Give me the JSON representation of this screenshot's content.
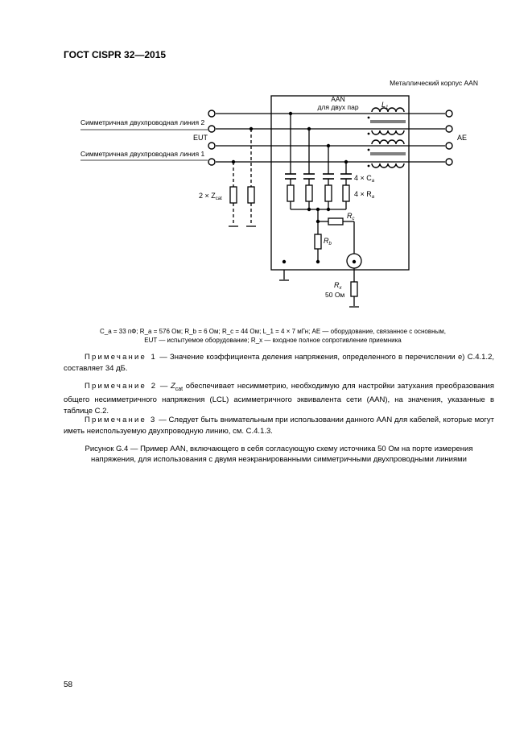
{
  "header": {
    "doc_id": "ГОСТ CISPR 32—2015"
  },
  "diagram": {
    "housing_label": "Металлический корпус AAN",
    "aan_label_1": "AAN",
    "aan_label_2": "для двух пар",
    "inductor_label": "L",
    "inductor_sub": "1",
    "line2_label": "Симметричная двухпроводная линия 2",
    "eut_label": "EUT",
    "line1_label": "Симметричная двухпроводная линия 1",
    "ae_label": "AE",
    "cap_label": "4 × C",
    "cap_sub": "a",
    "ra_label": "4 × R",
    "ra_sub": "a",
    "zcat_label": "2 × Z",
    "zcat_sub": "cat",
    "rc_label": "R",
    "rc_sub": "c",
    "rb_label": "R",
    "rb_sub": "b",
    "rx_label": "R",
    "rx_sub": "x",
    "rx_value": "50 Ом"
  },
  "legend": {
    "line1": "C_a = 33 пФ; R_a = 576 Ом; R_b = 6 Ом; R_c = 44 Ом; L_1 = 4 × 7 мГн; AE — оборудование, связанное с основным,",
    "line2": "EUT — испытуемое оборудование; R_x — входное полное сопротивление приемника"
  },
  "notes": {
    "note1_lead": "Примечание 1",
    "note1_text": " — Значение коэффициента деления напряжения, определенного в перечислении е) С.4.1.2, составляет 34 дБ.",
    "note2_lead": "Примечание 2",
    "note2_dash": " — ",
    "note2_z": "Z",
    "note2_zsub": "cat",
    "note2_text": " обеспечивает несимметрию, необходимую для настройки затухания преобразования общего несимметричного напряжения (LCL) асимметричного эквивалента сети (AAN), на значения, указанные в таблице С.2.",
    "note3_lead": "Примечание 3",
    "note3_text": " — Следует быть внимательным при использовании данного AAN для кабелей, которые могут иметь неиспользуемую двухпроводную линию, см. С.4.1.3."
  },
  "figure_caption": "Рисунок G.4 — Пример AAN, включающего в себя согласующую схему источника 50 Ом на порте измерения напряжения, для использования с двумя неэкранированными симметричными двухпроводными линиями",
  "page_number": "58"
}
